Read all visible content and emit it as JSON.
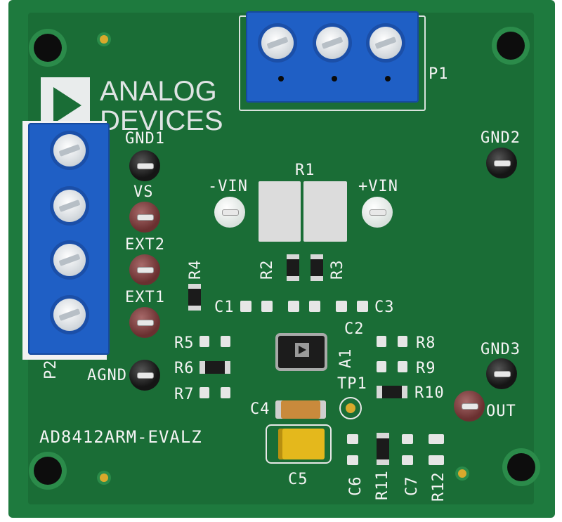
{
  "logo": {
    "line1": "ANALOG",
    "line2": "DEVICES"
  },
  "board_label": "AD8412ARM-EVALZ",
  "connectors": {
    "p1": "P1",
    "p2": "P2"
  },
  "test_points": {
    "gnd1": "GND1",
    "vs": "VS",
    "ext2": "EXT2",
    "ext1": "EXT1",
    "agnd": "AGND",
    "gnd2": "GND2",
    "gnd3": "GND3",
    "out": "OUT",
    "tp1": "TP1",
    "vin_neg": "-VIN",
    "vin_pos": "+VIN"
  },
  "components": {
    "r1": "R1",
    "r2": "R2",
    "r3": "R3",
    "r4": "R4",
    "r5": "R5",
    "r6": "R6",
    "r7": "R7",
    "r8": "R8",
    "r9": "R9",
    "r10": "R10",
    "r11": "R11",
    "r12": "R12",
    "c1": "C1",
    "c2": "C2",
    "c3": "C3",
    "c4": "C4",
    "c5": "C5",
    "c6": "C6",
    "c7": "C7",
    "a1": "A1"
  },
  "colors": {
    "board": "#1e7a3e",
    "terminal": "#1f5fc5",
    "silkscreen": "#f4f4f4"
  }
}
